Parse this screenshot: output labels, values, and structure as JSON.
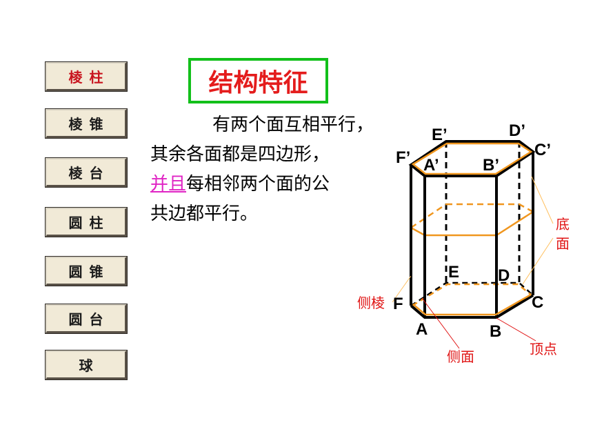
{
  "nav": {
    "items": [
      {
        "label": "棱柱",
        "active": true
      },
      {
        "label": "棱锥",
        "active": false
      },
      {
        "label": "棱台",
        "active": false
      },
      {
        "label": "圆柱",
        "active": false
      },
      {
        "label": "圆锥",
        "active": false
      },
      {
        "label": "圆台",
        "active": false
      },
      {
        "label": "球",
        "active": false
      }
    ]
  },
  "title": "结构特征",
  "definition": {
    "line1": "有两个面互相平行，",
    "line2": "其余各面都是四边形，",
    "link": "并且",
    "line3_rest": "每相邻两个面的公",
    "line4": "共边都平行。"
  },
  "figure": {
    "vertices": {
      "E_prime": "E’",
      "D_prime": "D’",
      "C_prime": "C’",
      "F_prime": "F’",
      "A_prime": "A’",
      "B_prime": "B’",
      "E": "E",
      "D": "D",
      "C": "C",
      "F": "F",
      "A": "A",
      "B": "B"
    },
    "annotations": {
      "base_line1": "底",
      "base_line2": "面",
      "lateral_edge": "侧棱",
      "lateral_face": "侧面",
      "vertex": "顶点"
    },
    "colors": {
      "edge": "#000000",
      "base_outline": "#f0961e",
      "section": "#f0961e",
      "annotation": "#e01414",
      "title_border": "#12c01a",
      "title_text": "#e41c1c",
      "link_text": "#e023c4"
    }
  }
}
